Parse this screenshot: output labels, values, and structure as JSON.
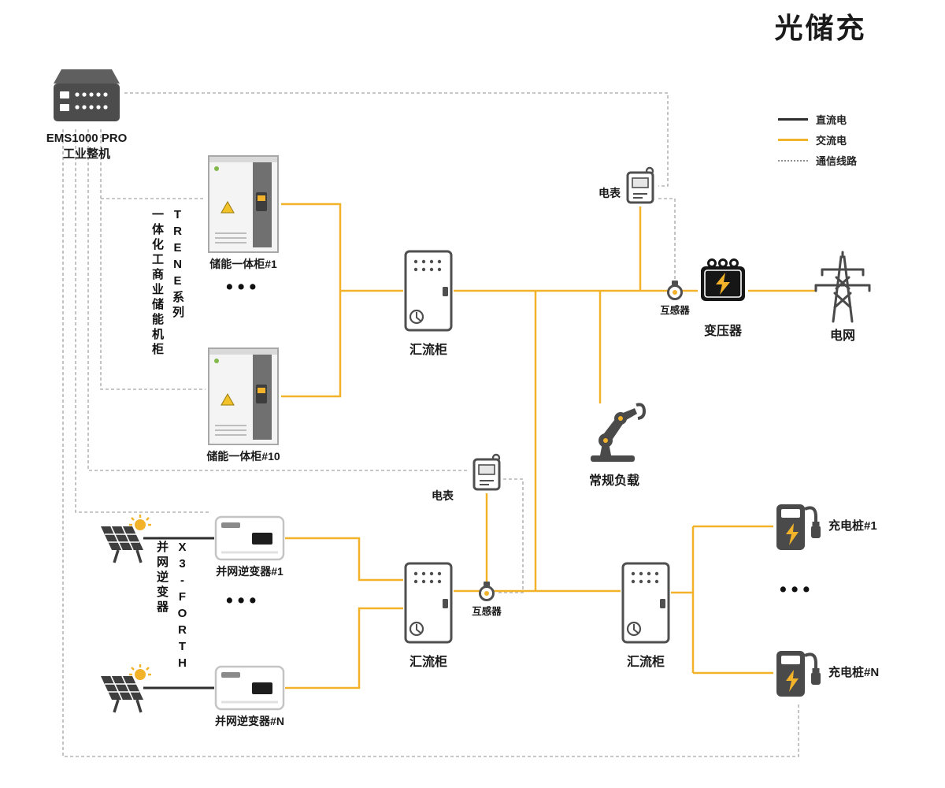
{
  "title": "光储充",
  "ellipsis": "•••",
  "colors": {
    "ac_line": "#F2B229",
    "dc_line": "#2E2E2E",
    "comm_line": "#B5B5B5",
    "icon_dark": "#4A4A4A",
    "accent_yellow": "#F2B229"
  },
  "legend": {
    "dc": "直流电",
    "ac": "交流电",
    "comm": "通信线路"
  },
  "ems": {
    "model": "EMS1000 PRO",
    "type": "工业整机"
  },
  "storage": {
    "series": "TRENE系列",
    "group": "一体化工商业储能机柜",
    "unit_first": "储能一体柜#1",
    "unit_last": "储能一体柜#10"
  },
  "combiner": {
    "main": "汇流柜",
    "pv": "汇流柜",
    "ev": "汇流柜"
  },
  "grid_side": {
    "meter": "电表",
    "ct": "互感器",
    "transformer": "变压器",
    "grid": "电网"
  },
  "load": {
    "label": "常规负载"
  },
  "pv": {
    "meter": "电表",
    "ct": "互感器",
    "series": "X3-FORTH",
    "group": "并网逆变器",
    "inverter_first": "并网逆变器#1",
    "inverter_last": "并网逆变器#N"
  },
  "ev": {
    "charger_first": "充电桩#1",
    "charger_last": "充电桩#N"
  }
}
